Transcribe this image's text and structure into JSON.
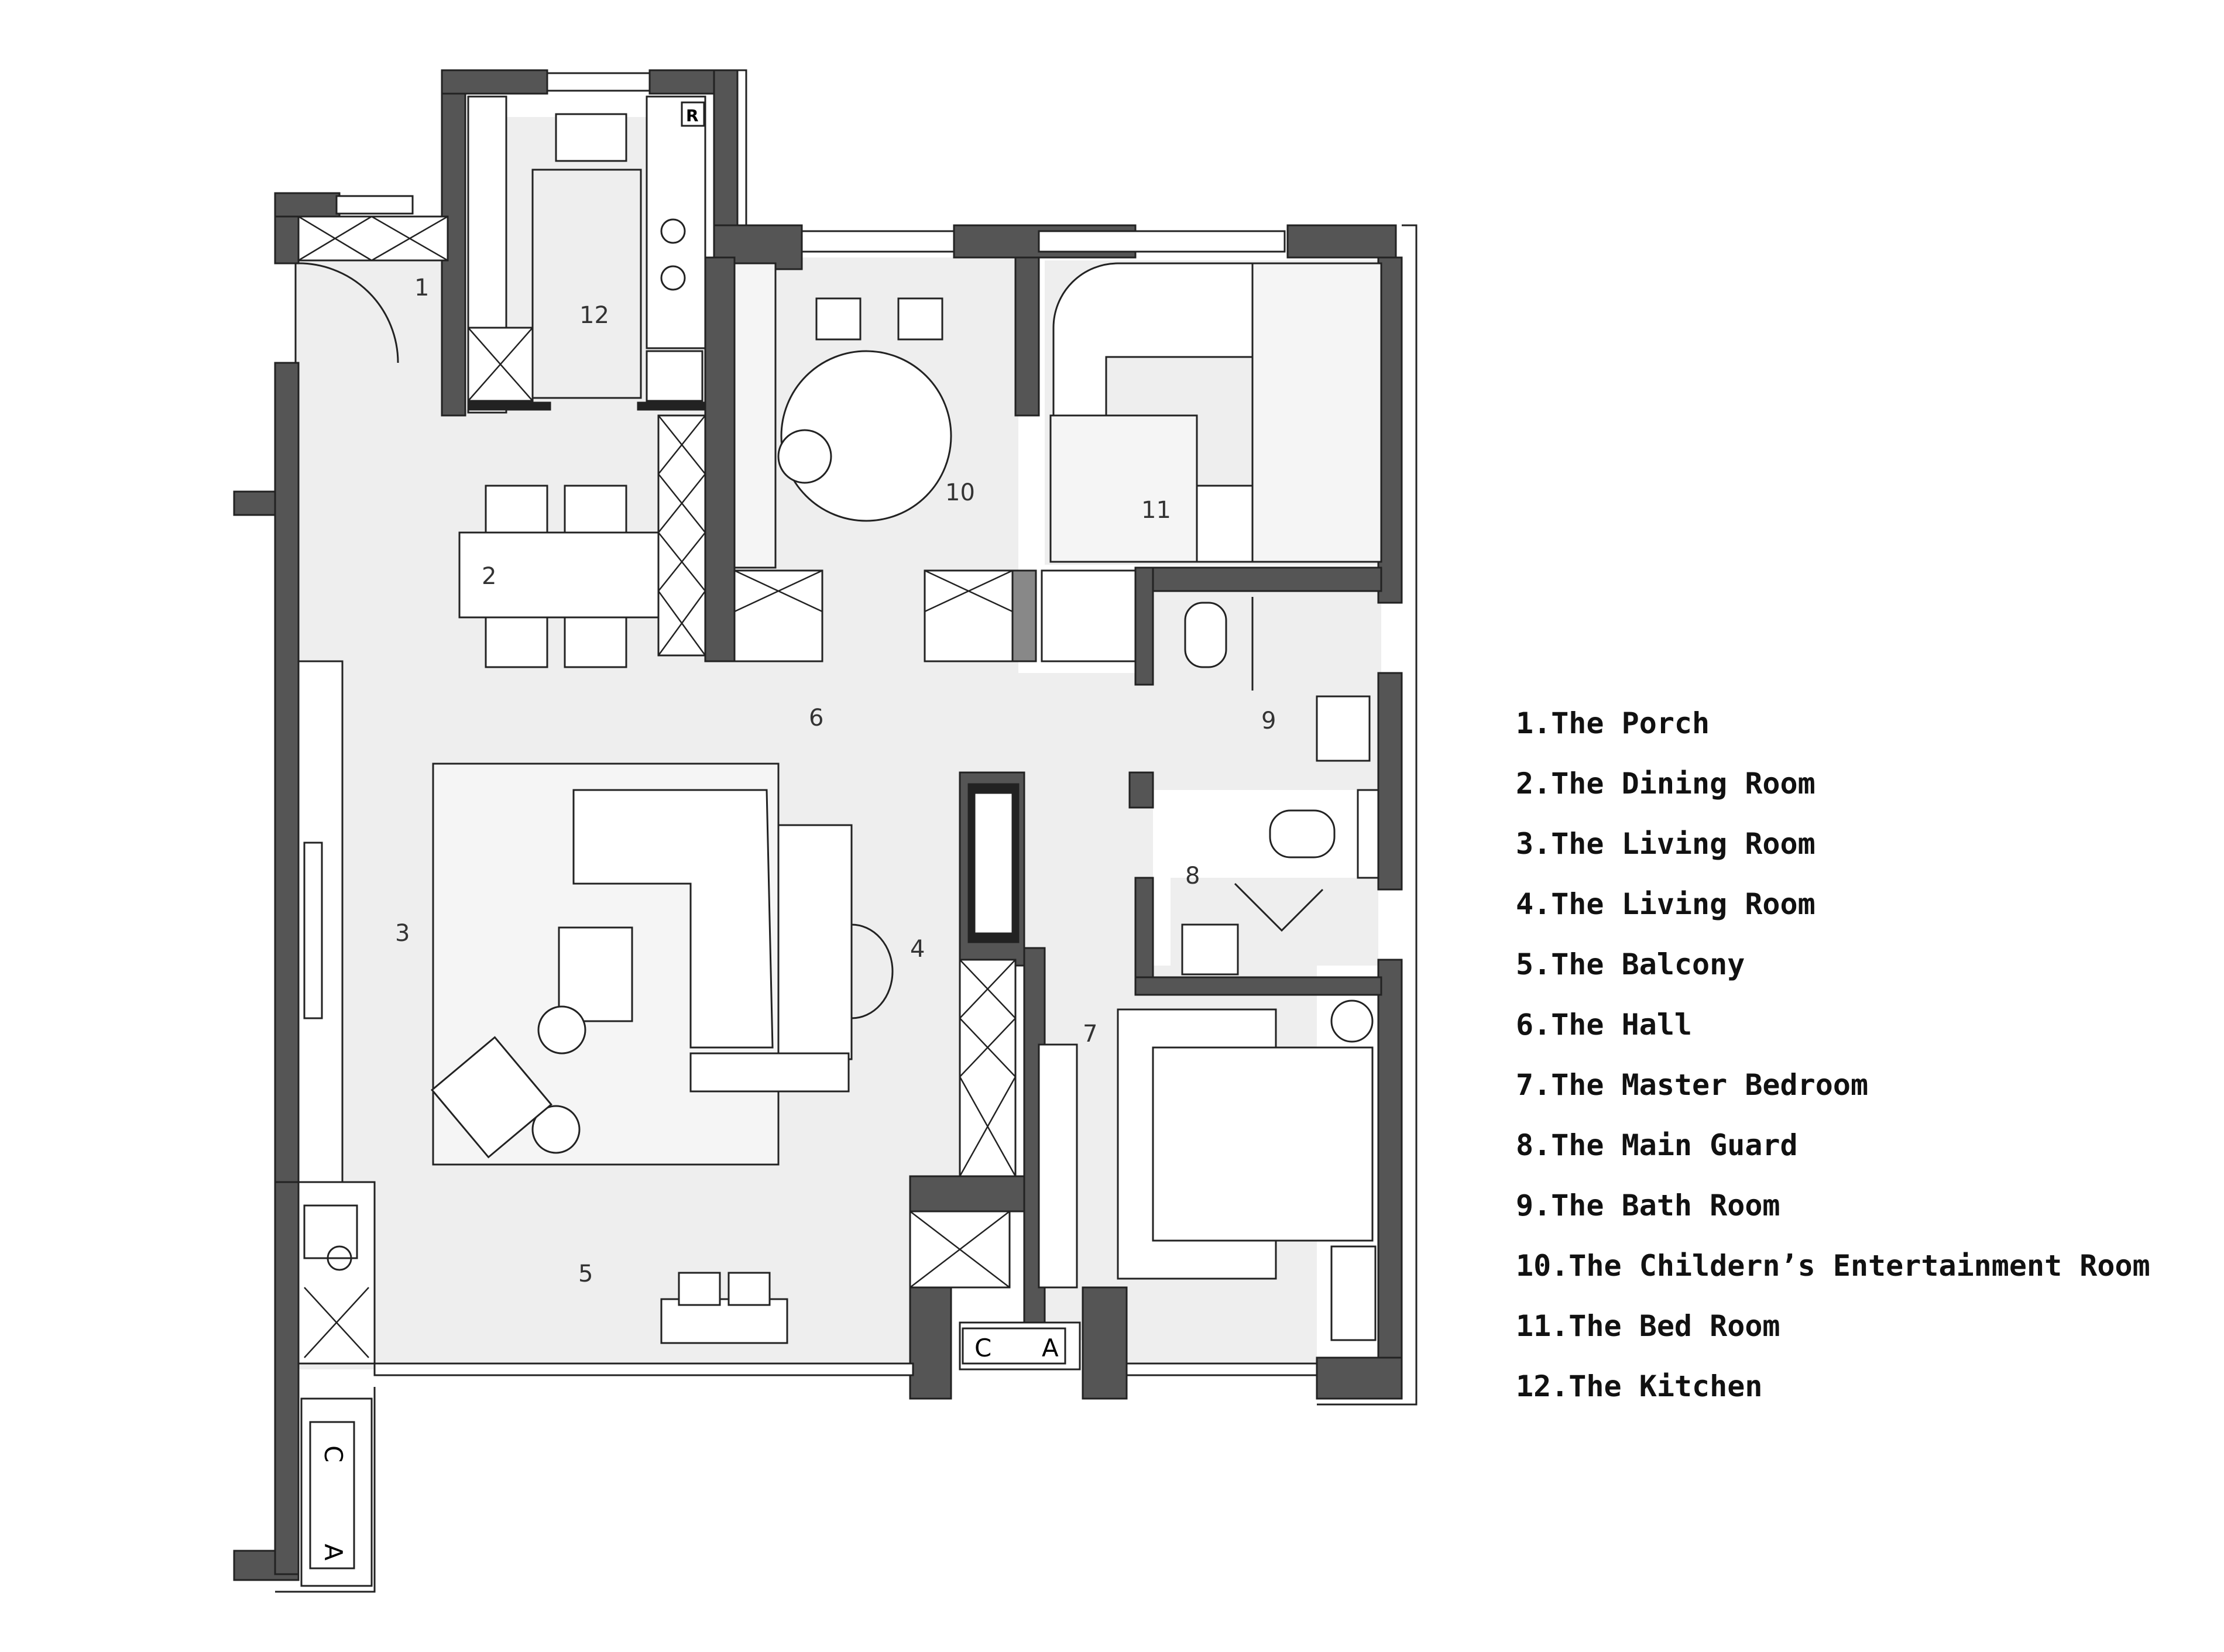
{
  "rooms": [
    {
      "num": "1",
      "label": "1.The Porch"
    },
    {
      "num": "2",
      "label": "2.The Dining Room"
    },
    {
      "num": "3",
      "label": "3.The Living Room"
    },
    {
      "num": "4",
      "label": "4.The Living Room"
    },
    {
      "num": "5",
      "label": "5.The Balcony"
    },
    {
      "num": "6",
      "label": "6.The Hall"
    },
    {
      "num": "7",
      "label": "7.The Master Bedroom"
    },
    {
      "num": "8",
      "label": "8.The Main Guard"
    },
    {
      "num": "9",
      "label": "9.The Bath Room"
    },
    {
      "num": "10",
      "label": "10.The Childern’s Entertainment Room"
    },
    {
      "num": "11",
      "label": "11.The Bed Room"
    },
    {
      "num": "12",
      "label": "12.The Kitchen"
    }
  ],
  "fixtures": {
    "fridge_mark": "R",
    "ac_unit_top": {
      "a": "A",
      "c": "C"
    },
    "ac_unit_bottom": {
      "a": "A",
      "c": "C"
    }
  },
  "colors": {
    "wall": "#555555",
    "floor": "#eeeeee",
    "line": "#222222"
  }
}
